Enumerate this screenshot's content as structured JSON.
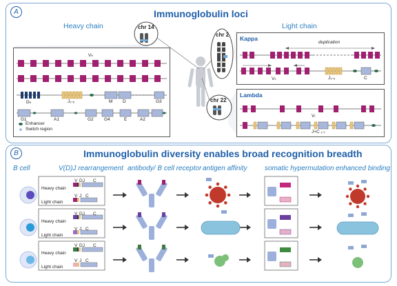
{
  "colors": {
    "panel_border": "#7aa7d6",
    "title": "#1f5fa8",
    "v_segment": "#a01f6e",
    "d_segment": "#1c3a6b",
    "j_segment": "#e8c47a",
    "c_segment": "#a8b8dd",
    "enhancer": "#2e6b4f"
  },
  "panel_a": {
    "badge": "A",
    "title": "Immunoglobulin loci",
    "heavy_chain": "Heavy chain",
    "light_chain": "Light chain",
    "chr14": "chr 14",
    "chr2": "chr 2",
    "chr22": "chr 22",
    "heavy_box": {
      "vh": "Vₕ",
      "dh": "Dₕ",
      "jh": "J₁-₆",
      "m": "M",
      "d": "D",
      "g1": "G1",
      "a1": "A1",
      "g2": "G2",
      "g4": "G4",
      "e": "E",
      "a2": "A2",
      "g3": "G3",
      "legend_enhancer": "Enhancer",
      "legend_switch": "Switch region"
    },
    "kappa_box": {
      "title": "Kappa",
      "duplication": "duplication",
      "vk": "Vₖ",
      "jk": "J₁-₅",
      "c": "C"
    },
    "lambda_box": {
      "title": "Lambda",
      "vl": "Vₗ",
      "jc": "J+C ₁-₇"
    }
  },
  "panel_b": {
    "badge": "B",
    "title": "Immunoglobulin diversity enables broad recognition breadth",
    "columns": [
      "B cell",
      "V(D)J rearrangement",
      "antibody/ B cell receptor",
      "antigen affinity",
      "somatic hypermutation",
      "enhanced binding"
    ],
    "rows": [
      {
        "heavy": "Heavy chain",
        "light": "Light chain",
        "h_labels": [
          "V",
          "DJ",
          "C"
        ],
        "l_labels": [
          "V",
          "J",
          "C"
        ],
        "v_color": "#a01f6e",
        "vl_color": "#a01f6e",
        "cell_color": "#5b4bbd",
        "hyper_color": "#c2287b"
      },
      {
        "heavy": "Heavy chain",
        "light": "Light chain",
        "h_labels": [
          "V",
          "DJ",
          "C"
        ],
        "l_labels": [
          "V",
          "J",
          "C"
        ],
        "v_color": "#6b3fa0",
        "vl_color": "#9b6cc7",
        "cell_color": "#2a9bd6",
        "hyper_color": "#6b3fa0"
      },
      {
        "heavy": "Heavy chain",
        "light": "Light chain",
        "h_labels": [
          "V",
          "DJ",
          "C"
        ],
        "l_labels": [
          "V",
          "J",
          "C"
        ],
        "v_color": "#3e7a3e",
        "vl_color": "#e8b0b8",
        "cell_color": "#6ab7e8",
        "hyper_color": "#3e8a3e"
      }
    ]
  }
}
